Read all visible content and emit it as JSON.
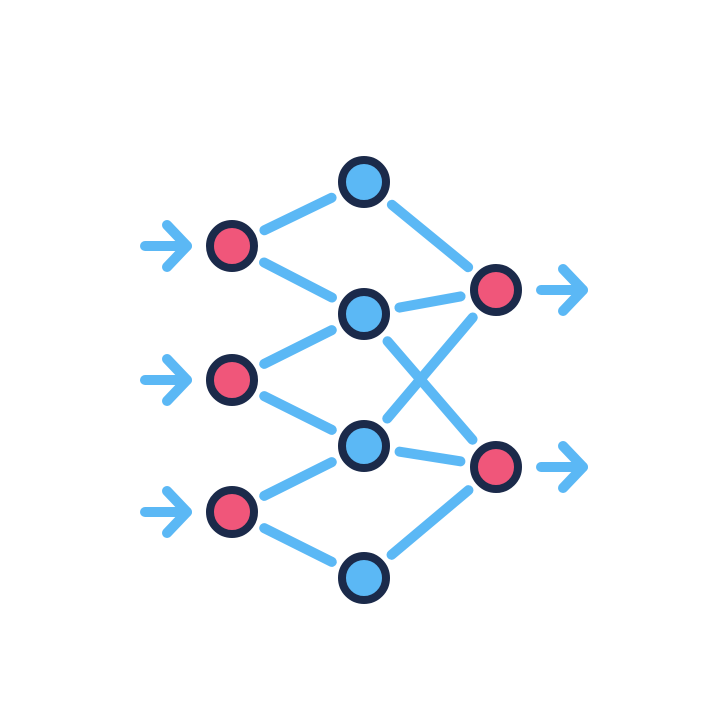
{
  "diagram": {
    "type": "neural-network",
    "colors": {
      "background": "#ffffff",
      "edge": "#5BB8F5",
      "node_outline": "#1B2A4A",
      "input_output_fill": "#F0567A",
      "hidden_fill": "#5BB8F5",
      "arrow": "#5BB8F5"
    },
    "layers": [
      {
        "name": "input",
        "nodes": [
          "in-1",
          "in-2",
          "in-3"
        ]
      },
      {
        "name": "hidden",
        "nodes": [
          "h-1",
          "h-2",
          "h-3",
          "h-4"
        ]
      },
      {
        "name": "output",
        "nodes": [
          "out-1",
          "out-2"
        ]
      }
    ],
    "connections": [
      [
        "in-1",
        "h-1"
      ],
      [
        "in-1",
        "h-2"
      ],
      [
        "in-2",
        "h-2"
      ],
      [
        "in-2",
        "h-3"
      ],
      [
        "in-3",
        "h-3"
      ],
      [
        "in-3",
        "h-4"
      ],
      [
        "h-1",
        "out-1"
      ],
      [
        "h-2",
        "out-1"
      ],
      [
        "h-3",
        "out-1"
      ],
      [
        "h-2",
        "out-2"
      ],
      [
        "h-3",
        "out-2"
      ],
      [
        "h-4",
        "out-2"
      ]
    ],
    "input_arrows": 3,
    "output_arrows": 2
  }
}
